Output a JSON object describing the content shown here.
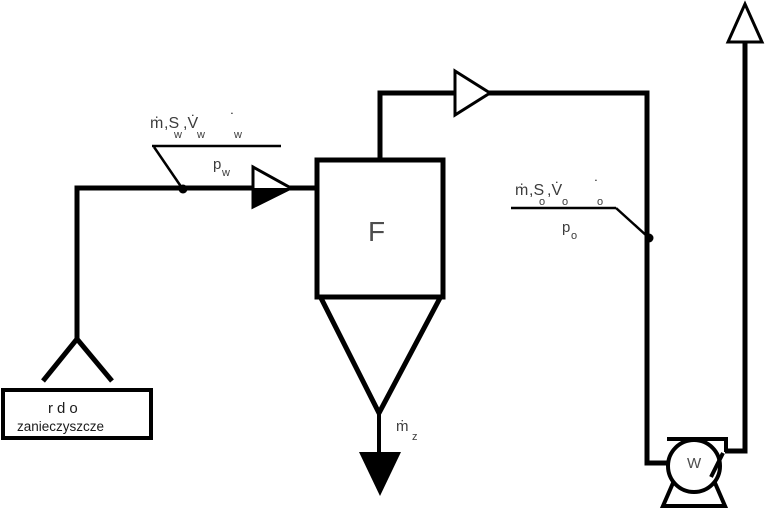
{
  "diagram": {
    "filter": {
      "label": "F"
    },
    "fan": {
      "label": "W"
    },
    "source_box": {
      "line1": "rdo",
      "line2": "zanieczyszcze"
    },
    "inlet_stream": {
      "m": "ṁ",
      "s": ",S",
      "s_sub": "w",
      "v": ",V̇",
      "v_sub": "w",
      "dot": "˙",
      "dot_sub": "w",
      "p": "p",
      "p_sub": "w"
    },
    "outlet_stream": {
      "m": "ṁ",
      "s": ",S",
      "s_sub": "o",
      "v": ",V̇",
      "v_sub": "o",
      "dot": "˙",
      "dot_sub": "o",
      "p": "p",
      "p_sub": "o"
    },
    "dust_stream": {
      "m": "ṁ",
      "sub": "z"
    }
  },
  "colors": {
    "line": "#000000",
    "letter_gray": "#4d4d4d",
    "background": "#ffffff"
  }
}
